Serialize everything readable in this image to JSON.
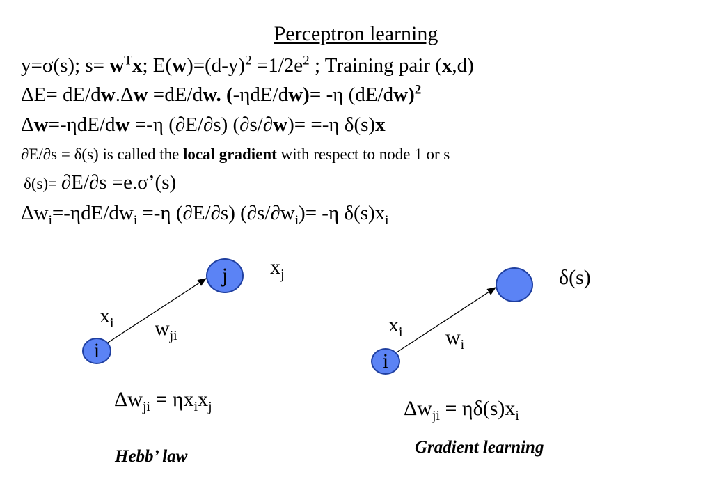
{
  "title": "Perceptron learning",
  "lines": {
    "l1": {
      "a": "y=σ(s);  s= ",
      "w": "w",
      "T": "T",
      "x": "x",
      "b": "; E(",
      "w2": "w",
      "c": ")=(d-y)",
      "sq": "2",
      "d": " =1/2e",
      "sq2": "2",
      "e": " ; Training pair (",
      "x2": "x",
      "f": ",d)"
    },
    "l2": {
      "a": "ΔE= dE/d",
      "w": "w",
      "b": ".Δ",
      "w2": "w =",
      "c": "dE/d",
      "w3": "w. (",
      "d": "-ηdE/d",
      "w4": "w",
      "e": ")= -",
      "f": "η (",
      "g": "dE/d",
      "w5": "w",
      "h": ")",
      "sq": "2"
    },
    "l3": {
      "d": "Δ",
      "w": "w",
      "a": "=-ηdE/d",
      "w2": "w",
      "b": " =-η (∂E/∂s) (∂s/∂",
      "w3": "w",
      "c": ")= =-η δ(s)",
      "x": "x"
    },
    "l4": {
      "a": "∂E/∂s = δ(s) is called the ",
      "bold": "local gradient",
      "b": " with respect to node 1 or s"
    },
    "l5": {
      "a": " δ(s)= ",
      "b": "∂E/∂s =e.σ’(s)"
    },
    "l6": {
      "a": "Δw",
      "i1": "i",
      "b": "=-ηdE/dw",
      "i2": "i",
      "c": " =-η (∂E/∂s) (∂s/∂w",
      "i3": "i",
      "d": ")= -η δ(s)x",
      "i4": "i"
    }
  },
  "hebb": {
    "node_i": "i",
    "node_j": "j",
    "x": "x",
    "x_sub": "j",
    "xi": "x",
    "xi_sub": "i",
    "w": "w",
    "w_sub": "ji",
    "rule_a": "Δw",
    "rule_sub1": "ji",
    "rule_b": " = ηx",
    "rule_sub2": "i",
    "rule_c": "x",
    "rule_sub3": "j",
    "caption": "Hebb’ law"
  },
  "gradient": {
    "node_i": "i",
    "delta": "δ(s)",
    "xi": "x",
    "xi_sub": "i",
    "w": "w",
    "w_sub": "i",
    "rule_a": "Δw",
    "rule_sub1": "ji",
    "rule_b": " = ηδ(s)x",
    "rule_sub2": "i",
    "caption": "Gradient learning"
  },
  "colors": {
    "node_fill": "#5b83f5",
    "node_border": "#1f3fa0"
  }
}
